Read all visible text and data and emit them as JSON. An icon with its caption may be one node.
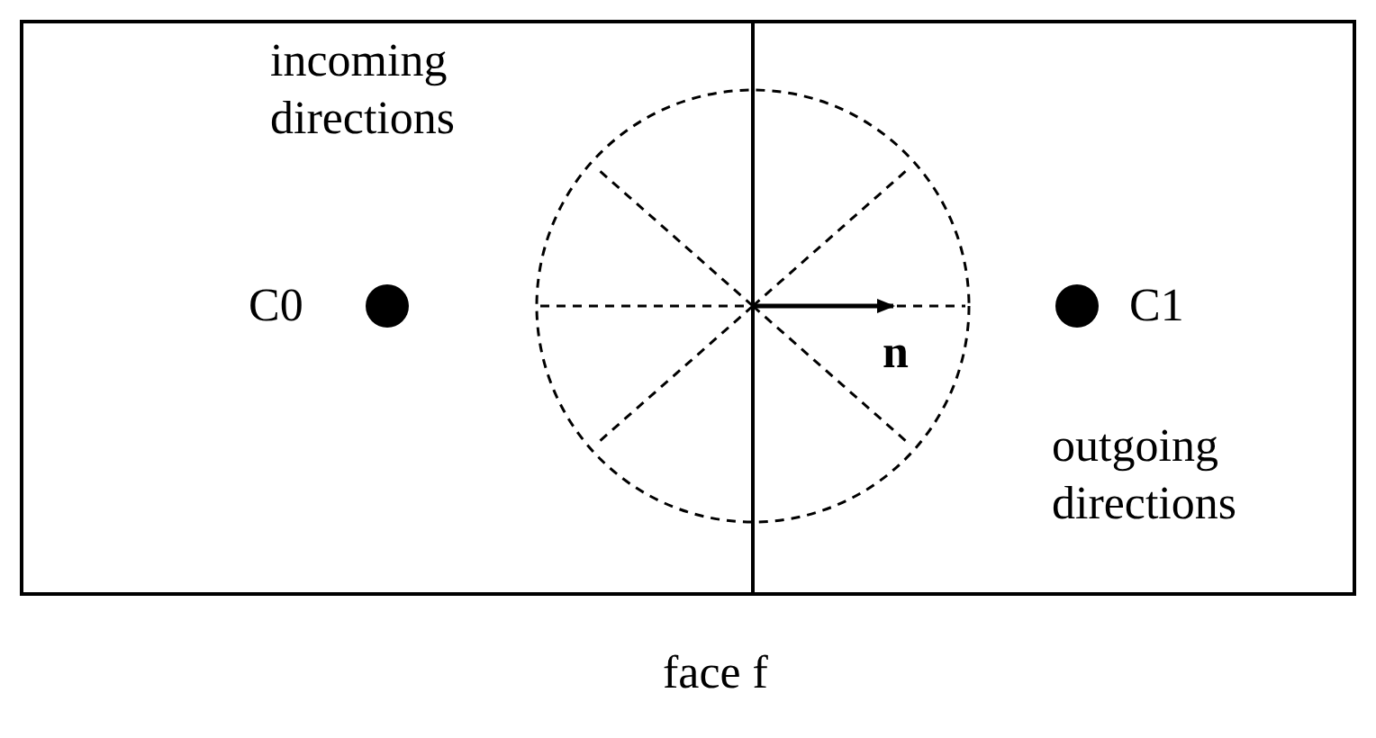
{
  "diagram": {
    "labels": [
      "incoming directions",
      "C0",
      "n",
      "C1",
      "outgoing directions",
      "face f"
    ]
  }
}
